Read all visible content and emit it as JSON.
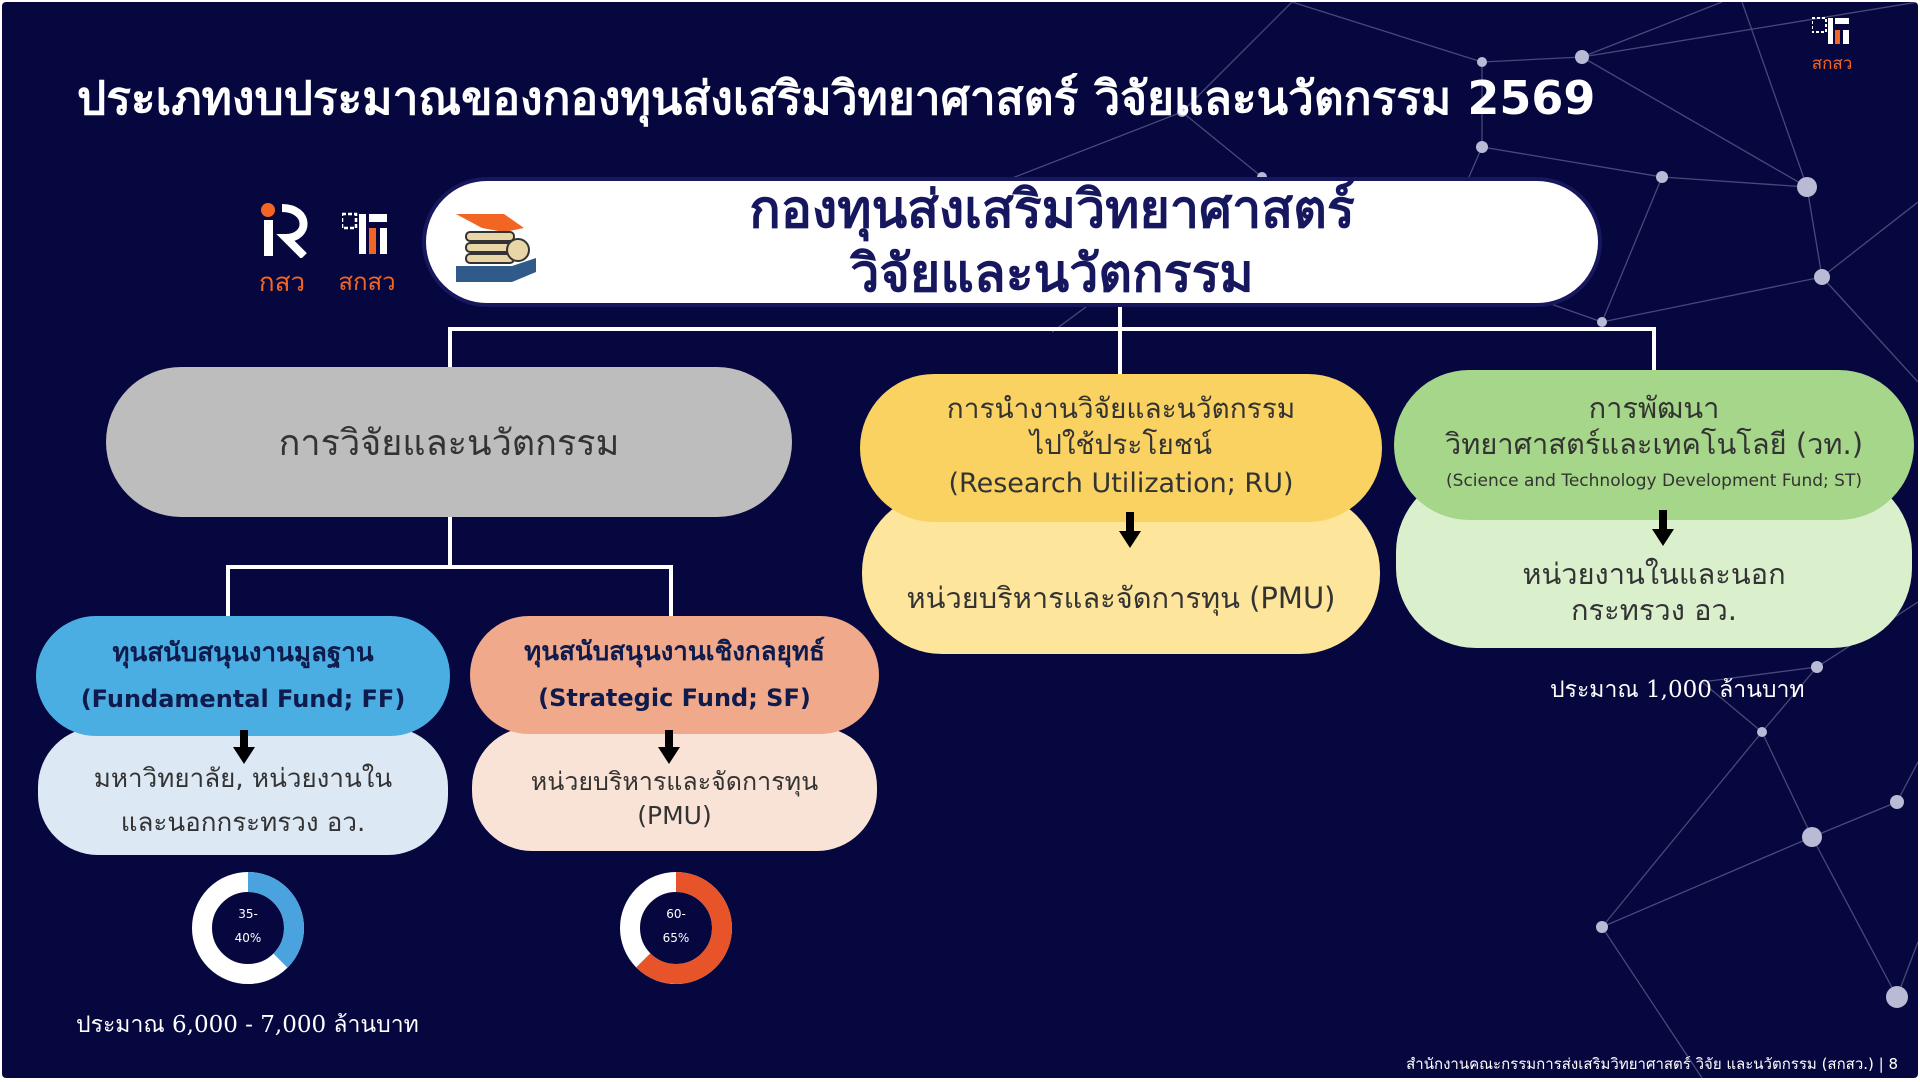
{
  "title": "ประเภทงบประมาณของกองทุนส่งเสริมวิทยาศาสตร์ วิจัยและนวัตกรรม 2569",
  "corner_logo_text": "สกสว",
  "logos": {
    "left_label": "กสว",
    "right_label": "สกสว"
  },
  "center_box": {
    "line1": "กองทุนส่งเสริมวิทยาศาสตร์",
    "line2": "วิจัยและนวัตกรรม"
  },
  "research": {
    "label": "การวิจัยและนวัตกรรม",
    "ff": {
      "line1": "ทุนสนับสนุนงานมูลฐาน",
      "line2": "(Fundamental Fund; FF)",
      "target1": "มหาวิทยาลัย, หน่วยงานใน",
      "target2": "และนอกกระทรวง อว.",
      "share_line1": "35-",
      "share_line2": "40%",
      "share_value": 0.375,
      "color": "#4aa3df"
    },
    "sf": {
      "line1": "ทุนสนับสนุนงานเชิงกลยุทธ์",
      "line2": "(Strategic Fund; SF)",
      "target1": "หน่วยบริหารและจัดการทุน",
      "target2": "(PMU)",
      "share_line1": "60-",
      "share_line2": "65%",
      "share_value": 0.625,
      "color": "#e8542a"
    },
    "budget_note": "ประมาณ 6,000 - 7,000 ล้านบาท"
  },
  "ru": {
    "line1": "การนำงานวิจัยและนวัตกรรม",
    "line2": "ไปใช้ประโยชน์",
    "line3": "(Research Utilization; RU)",
    "target": "หน่วยบริหารและจัดการทุน (PMU)"
  },
  "st": {
    "line1": "การพัฒนา",
    "line2": "วิทยาศาสตร์และเทคโนโลยี (วท.)",
    "line3": "(Science and Technology Development Fund; ST)",
    "target1": "หน่วยงานในและนอก",
    "target2": "กระทรวง อว.",
    "budget_note": "ประมาณ 1,000 ล้านบาท"
  },
  "footer": "สำนักงานคณะกรรมการส่งเสริมวิทยาศาสตร์ วิจัย และนวัตกรรม (สกสว.) | 8",
  "colors": {
    "background": "#07073f",
    "center_text": "#16175e",
    "gray": "#bdbdbd",
    "ff_top": "#4aaee3",
    "ff_bottom": "#dde8f5",
    "sf_top": "#f0a98a",
    "sf_bottom": "#f9e3d7",
    "ru_top": "#f9d262",
    "ru_bottom": "#fde59b",
    "st_top": "#a6d68a",
    "st_bottom": "#daf0cd",
    "logo_orange": "#f26522"
  }
}
